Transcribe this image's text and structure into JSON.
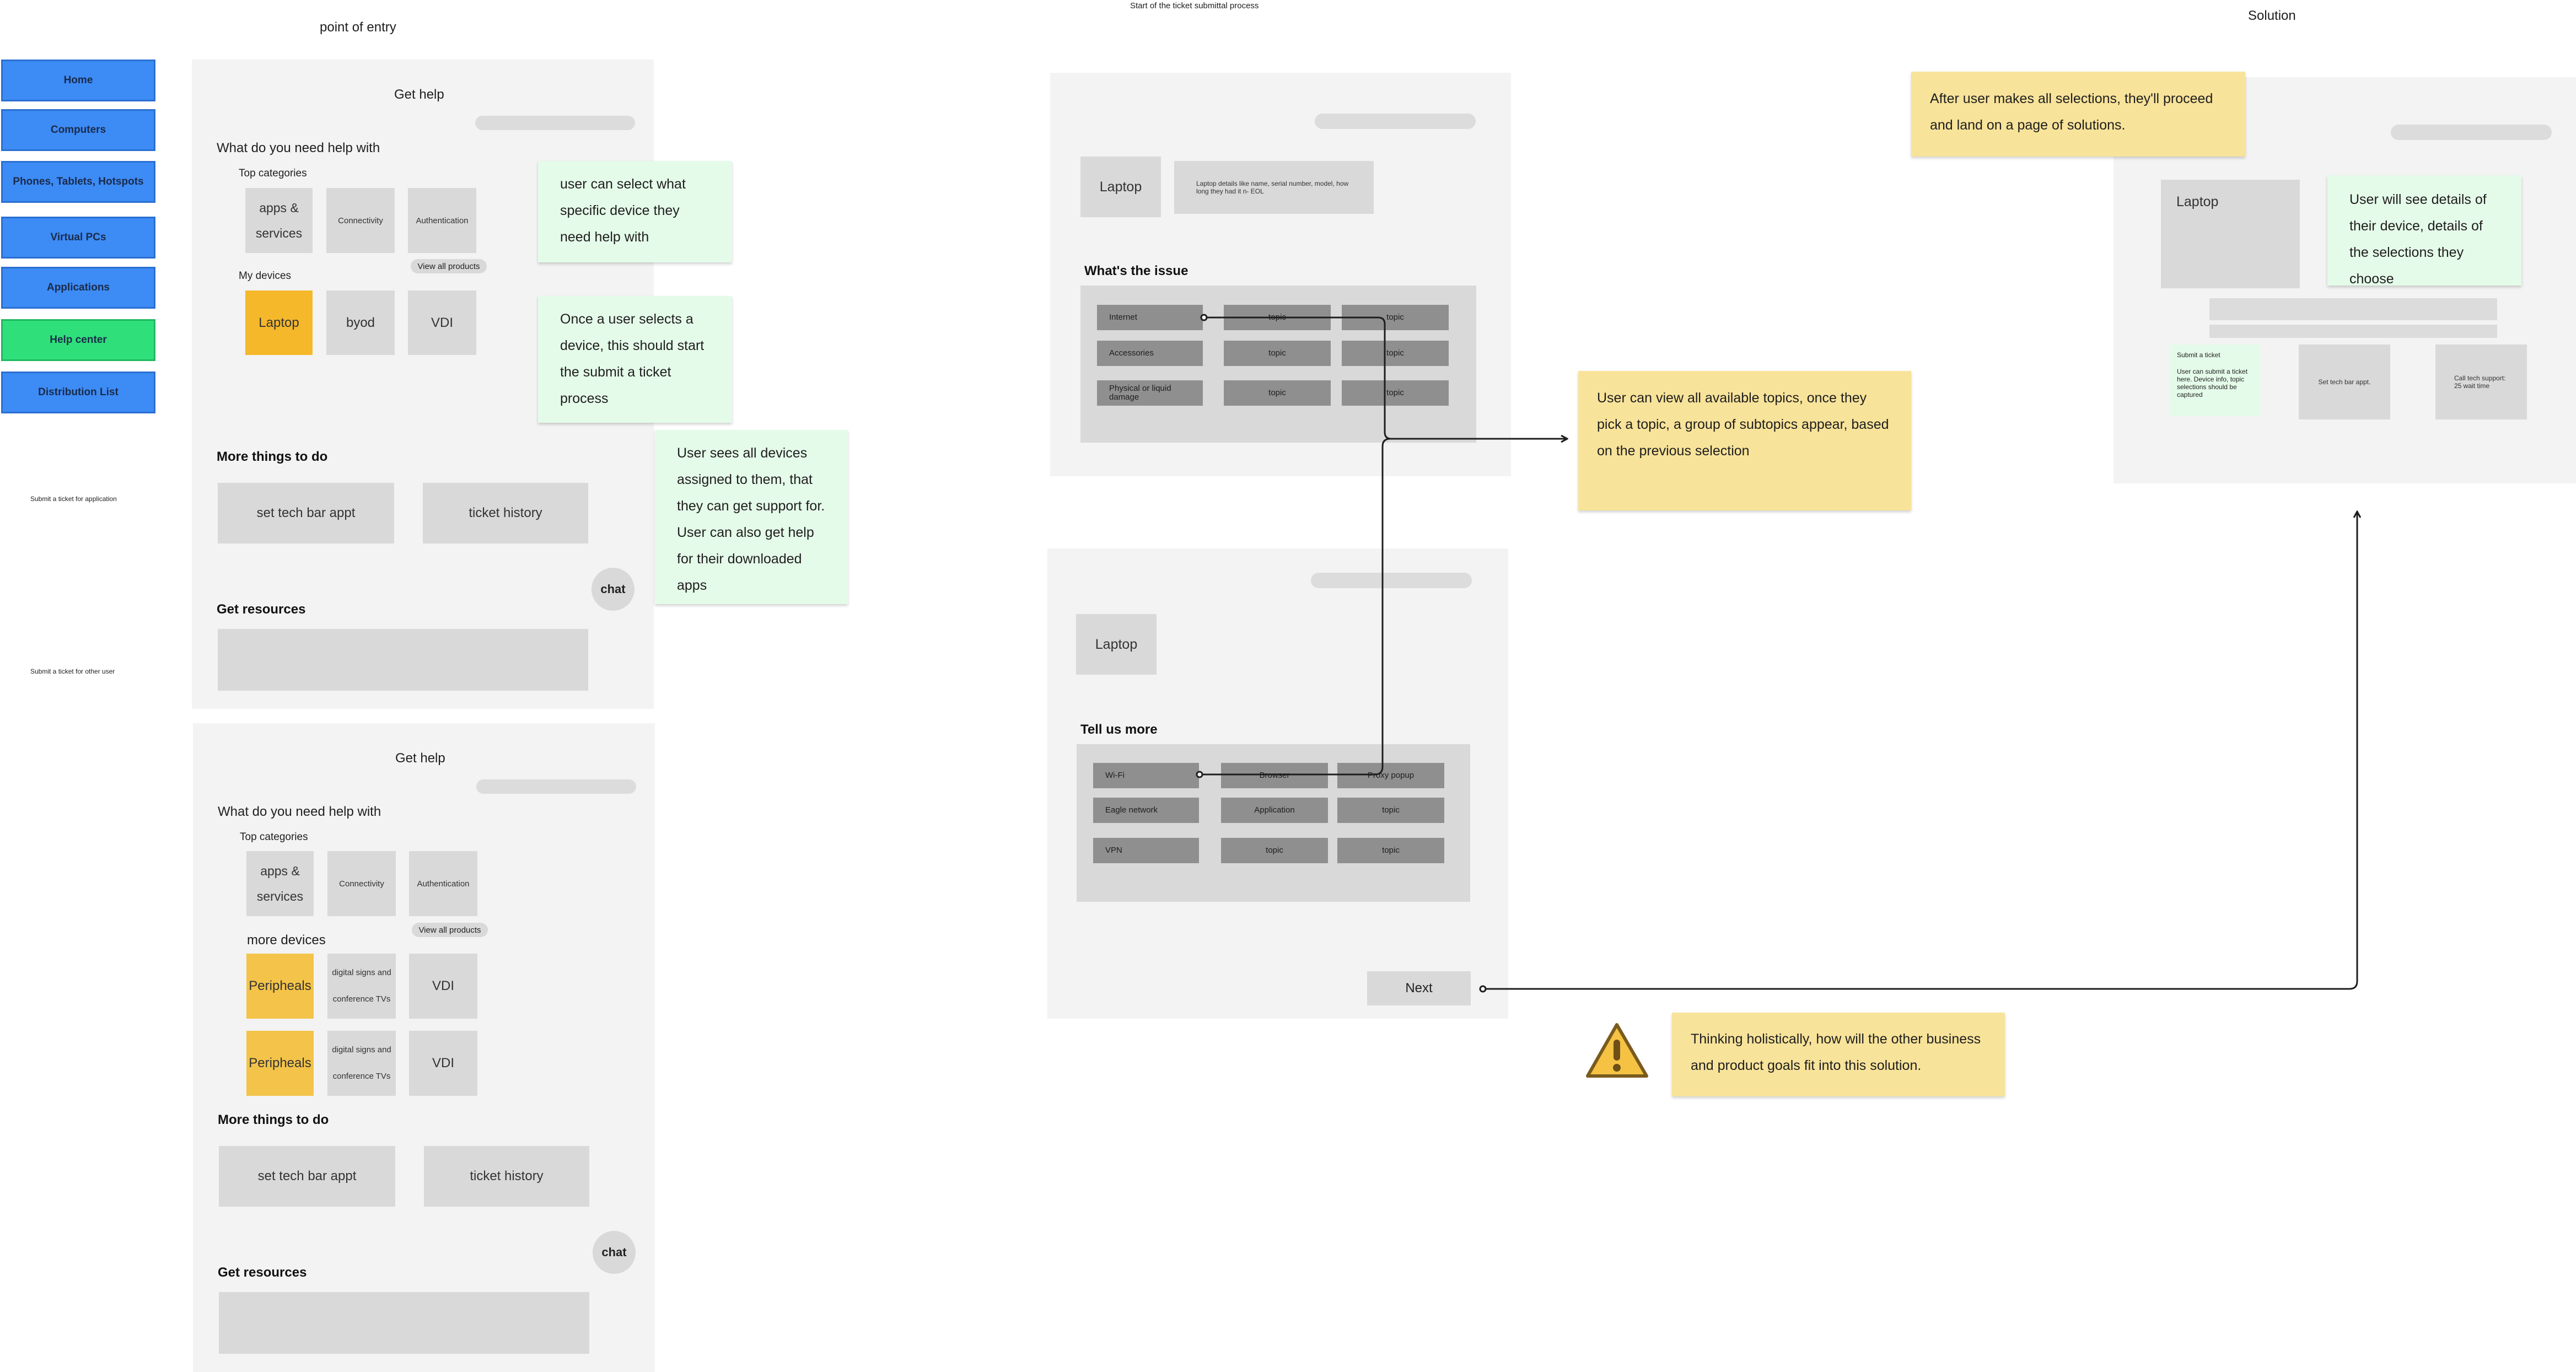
{
  "headings": {
    "point_of_entry": "point of entry",
    "start_ticket": "Start of the ticket submittal process",
    "solution": "Solution"
  },
  "nav": [
    {
      "label": "Home"
    },
    {
      "label": "Computers"
    },
    {
      "label": "Phones, Tablets, Hotspots"
    },
    {
      "label": "Virtual PCs"
    },
    {
      "label": "Applications"
    },
    {
      "label": "Help center",
      "active": true
    },
    {
      "label": "Distribution List"
    }
  ],
  "side_notes": {
    "app_ticket": "Submit a ticket for application",
    "other_user": "Submit a ticket for other user"
  },
  "panel1": {
    "title": "Get help",
    "question": "What do you need help with",
    "top_categories": "Top categories",
    "cat_apps": "apps & services",
    "cat_connectivity": "Connectivity",
    "cat_auth": "Authentication",
    "view_all": "View all products",
    "my_devices": "My devices",
    "dev_laptop": "Laptop",
    "dev_byod": "byod",
    "dev_vdi": "VDI",
    "more_things": "More things to do",
    "tech_bar": "set tech bar appt",
    "ticket_history": "ticket history",
    "chat": "chat",
    "get_resources": "Get resources"
  },
  "panel2": {
    "title": "Get help",
    "question": "What do you need help with",
    "top_categories": "Top categories",
    "cat_apps": "apps & services",
    "cat_connectivity": "Connectivity",
    "cat_auth": "Authentication",
    "view_all": "View all products",
    "more_devices": "more devices",
    "row1": {
      "peripheals": "Peripheals",
      "signs": "digital signs and conference TVs",
      "vdi": "VDI"
    },
    "row2": {
      "peripheals": "Peripheals",
      "signs": "digital signs and conference TVs",
      "vdi": "VDI"
    },
    "more_things": "More things to do",
    "tech_bar": "set tech bar appt",
    "ticket_history": "ticket history",
    "chat": "chat",
    "get_resources": "Get resources"
  },
  "issue_panel": {
    "device": "Laptop",
    "device_details": "Laptop details like name, serial number, model, how long they had it n- EOL",
    "heading": "What's the issue",
    "topics": [
      [
        "Internet",
        "topic",
        "topic"
      ],
      [
        "Accessories",
        "topic",
        "topic"
      ],
      [
        "Physical or liquid damage",
        "topic",
        "topic"
      ]
    ]
  },
  "tell_panel": {
    "device": "Laptop",
    "heading": "Tell us more",
    "topics": [
      [
        "Wi-Fi",
        "Browser",
        "Proxy popup"
      ],
      [
        "Eagle network",
        "Application",
        "topic"
      ],
      [
        "VPN",
        "topic",
        "topic"
      ]
    ],
    "next": "Next"
  },
  "solution_panel": {
    "device": "Laptop",
    "submit_title": "Submit a ticket",
    "submit_body": "User can submit a ticket here. Device info, topic selections should be captured",
    "tech_bar": "Set tech bar appt.",
    "call": "Call tech support: 25 wait time"
  },
  "notes": {
    "select_device": "user can select what specific device they need help with",
    "start_ticket": "Once a user selects a device, this should start the submit a ticket process",
    "sees_devices": "User sees all devices assigned to them, that they can get support for. User can also get help for their downloaded apps",
    "topics": "User can view all available topics, once they pick a topic, a group of subtopics appear, based on the previous selection",
    "after_selections": "After user makes all selections, they'll proceed and land on a page of solutions.",
    "see_details": "User will see details of their device, details of the selections they choose",
    "holistic": "Thinking holistically, how will the other business and product goals fit into this solution."
  },
  "colors": {
    "nav_blue": "#3d8bf5",
    "nav_green": "#2fe07a",
    "device_orange": "#f5b82a",
    "peripheal_yellow": "#f3c449",
    "note_green": "#e5fbe9",
    "note_yellow": "#f8e39a"
  },
  "icons": {
    "warning": "warning-icon"
  }
}
